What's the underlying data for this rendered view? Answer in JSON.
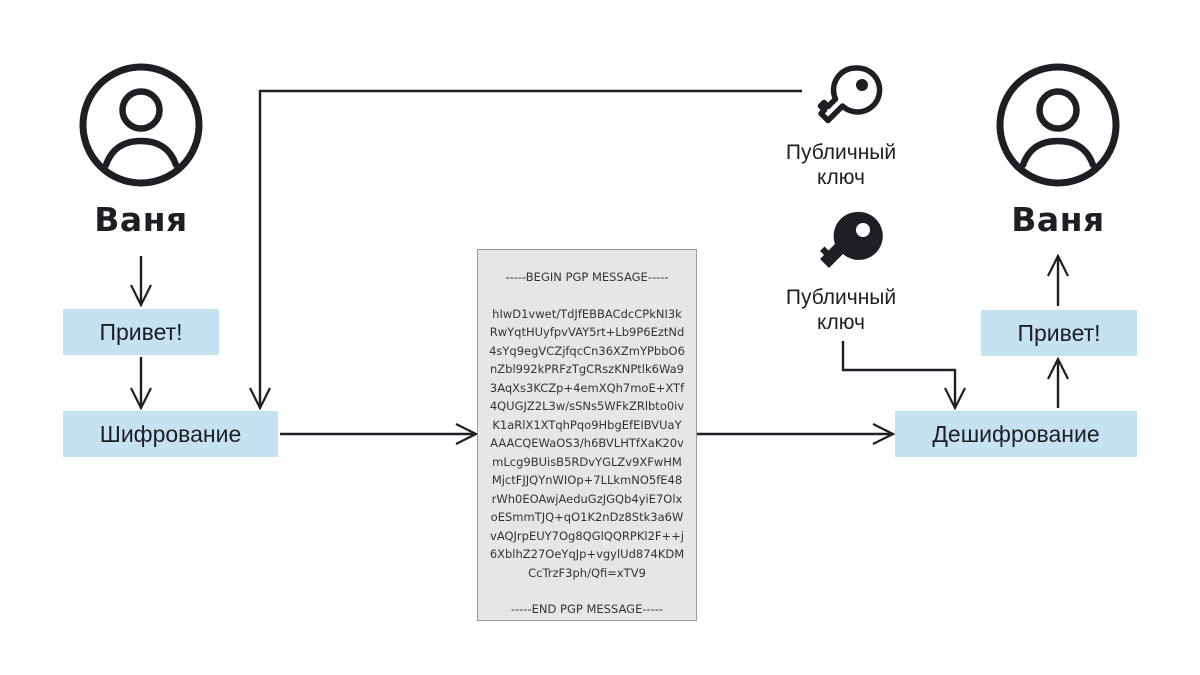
{
  "sender": {
    "name": "Ваня",
    "message": "Привет!",
    "action": "Шифрование"
  },
  "receiver": {
    "name": "Ваня",
    "message": "Привет!",
    "action": "Дешифрование"
  },
  "public_key": {
    "label_line1": "Публичный",
    "label_line2": "ключ",
    "icon": "key-outline-icon"
  },
  "private_key": {
    "label_line1": "Публичный",
    "label_line2": "ключ",
    "icon": "key-filled-icon"
  },
  "pgp_message": {
    "header": "-----BEGIN PGP MESSAGE-----",
    "lines": [
      "hIwD1vwet/TdJfEBBACdcCPkNI3k",
      "RwYqtHUyfpvVAY5rt+Lb9P6EztNd",
      "4sYq9egVCZjfqcCn36XZmYPbbO6",
      "nZbl992kPRFzTgCRszKNPtlk6Wa9",
      "3AqXs3KCZp+4emXQh7moE+XTf",
      "4QUGJZ2L3w/sSNs5WFkZRlbto0iv",
      "K1aRlX1XTqhPqo9HbgEfEIBVUaY",
      "AAACQEWaOS3/h6BVLHTfXaK20v",
      "mLcg9BUisB5RDvYGLZv9XFwHM",
      "MjctFJJQYnWIOp+7LLkmNO5fE48",
      "rWh0EOAwjAeduGzJGQb4yiE7Olx",
      "oESmmTJQ+qO1K2nDz8Stk3a6W",
      "vAQJrpEUY7Og8QGlQQRPKl2F++j",
      "6XblhZ27OeYqJp+vgylUd874KDM",
      "CcTrzF3ph/Qfi=xTV9"
    ],
    "footer": "-----END PGP MESSAGE-----"
  },
  "colors": {
    "box_fill": "#c5e2f3",
    "stroke": "#1e1f24",
    "pgp_fill": "#e6e6e6"
  }
}
